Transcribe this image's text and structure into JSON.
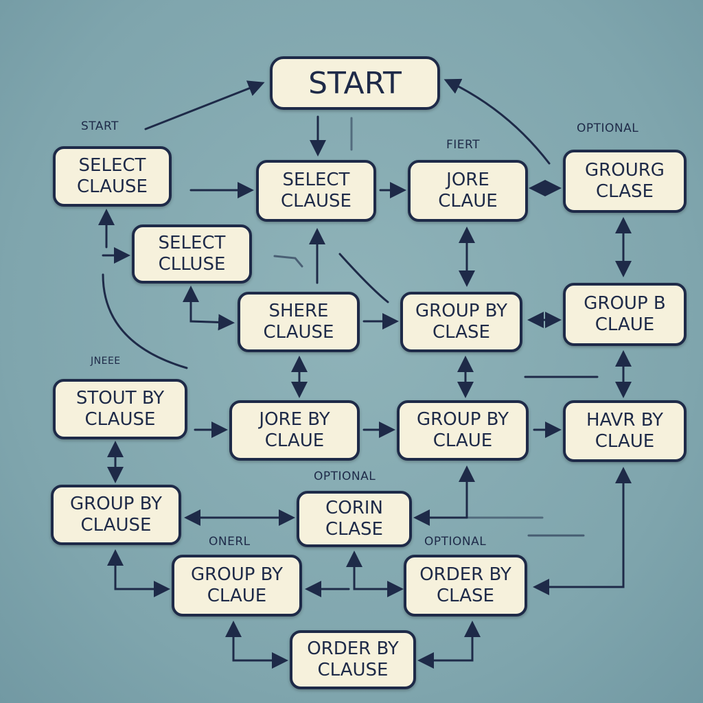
{
  "nodes": [
    {
      "l1": "START",
      "l2": ""
    },
    {
      "l1": "SELECT",
      "l2": "CLAUSE"
    },
    {
      "l1": "SELECT",
      "l2": "CLAUSE"
    },
    {
      "l1": "JORE",
      "l2": "CLAUE"
    },
    {
      "l1": "GROURG",
      "l2": "CLASE"
    },
    {
      "l1": "SELECT",
      "l2": "CLLUSE"
    },
    {
      "l1": "SHERE",
      "l2": "CLAUSE"
    },
    {
      "l1": "GROUP BY",
      "l2": "CLASE"
    },
    {
      "l1": "GROUP B",
      "l2": "CLAUE"
    },
    {
      "l1": "STOUT BY",
      "l2": "CLAUSE"
    },
    {
      "l1": "JORE BY",
      "l2": "CLAUE"
    },
    {
      "l1": "GROUP BY",
      "l2": "CLAUE"
    },
    {
      "l1": "HAVR BY",
      "l2": "CLAUE"
    },
    {
      "l1": "GROUP BY",
      "l2": "CLAUSE"
    },
    {
      "l1": "CORIN",
      "l2": "CLASE"
    },
    {
      "l1": "GROUP BY",
      "l2": "CLAUE"
    },
    {
      "l1": "ORDER BY",
      "l2": "CLASE"
    },
    {
      "l1": "ORDER BY",
      "l2": "CLAUSE"
    }
  ],
  "labels": [
    "START",
    "FIERT",
    "OPTIONAL",
    "JNEEE",
    "OPTIONAL",
    "ONERL",
    "OPTIONAL"
  ],
  "colors": {
    "background": "#7fa5ad",
    "box": "#f6f1dc",
    "ink": "#1e2a48"
  }
}
